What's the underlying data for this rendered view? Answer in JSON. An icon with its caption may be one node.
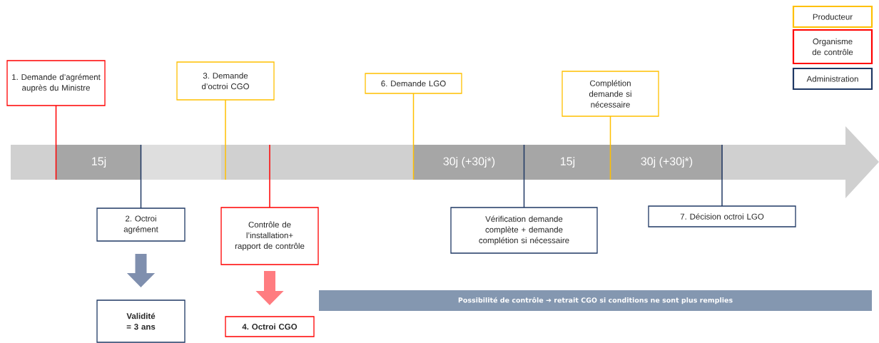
{
  "diagram": {
    "nodes": [
      {
        "text": [
          "1. Demande d’agrément auprès du Ministre"
        ]
      },
      {
        "text": [
          "3. Demande d’octroi CGO"
        ]
      },
      {
        "text": [
          "6. Demande LGO"
        ]
      },
      {
        "text": [
          "Complétion demande si nécessaire"
        ]
      },
      {
        "text": [],
        "shape": "arrow"
      },
      {
        "text": [
          "15j"
        ],
        "in": 4
      },
      {
        "text": [
          "30j (+30j*)"
        ],
        "in": 4
      },
      {
        "text": [
          "15j"
        ],
        "in": 4
      },
      {
        "text": [
          "30j (+30j*)"
        ],
        "in": 4
      },
      {
        "text": [
          "2. Octroi agrément"
        ]
      },
      {
        "text": [
          "Contrôle de l’installation+ rapport de contrôle"
        ]
      },
      {
        "text": [
          "Vérification demande complète + demande complétion si nécessaire"
        ]
      },
      {
        "text": [
          "7. Décision octroi LGO"
        ]
      },
      {
        "text": [
          "Validité = 3 ans"
        ]
      },
      {
        "text": [
          "4. Octroi CGO"
        ]
      },
      {
        "text": [
          "Possibilité de contrôle ➔ retrait CGO si conditions ne sont plus remplies"
        ]
      }
    ],
    "edges": [
      {
        "from": 0,
        "to": 4,
        "arrow": "none",
        "color": "#ff0000"
      },
      {
        "from": 1,
        "to": 4,
        "arrow": "none",
        "color": "#ffc000"
      },
      {
        "from": 2,
        "to": 4,
        "arrow": "none",
        "color": "#ffc000"
      },
      {
        "from": 3,
        "to": 4,
        "arrow": "none",
        "color": "#ffc000"
      },
      {
        "from": 9,
        "to": 4,
        "arrow": "none",
        "color": "#1f3864"
      },
      {
        "from": 10,
        "to": 4,
        "arrow": "none",
        "color": "#ff0000"
      },
      {
        "from": 11,
        "to": 4,
        "arrow": "none",
        "color": "#1f3864"
      },
      {
        "from": 12,
        "to": 4,
        "arrow": "none",
        "color": "#1f3864"
      },
      {
        "from": 9,
        "to": 13,
        "arrow": "to",
        "style": "thick",
        "color": "#7f8fae"
      },
      {
        "from": 10,
        "to": 14,
        "arrow": "to",
        "style": "thick",
        "color": "#ff7c80"
      }
    ],
    "legend": [
      {
        "text": "Producteur",
        "color": "#ffc000"
      },
      {
        "text": "Organisme de contrôle",
        "color": "#ff0000"
      },
      {
        "text": "Administration",
        "color": "#1f3864"
      }
    ]
  }
}
